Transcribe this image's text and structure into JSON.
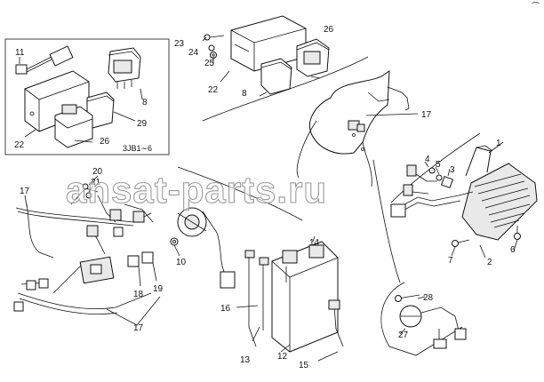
{
  "callouts": {
    "n1": "1",
    "n2": "2",
    "n3": "3",
    "n4": "4",
    "n5": "5",
    "n6": "6",
    "n7": "7",
    "n8_inset": "8",
    "n8": "8",
    "n10": "10",
    "n11": "11",
    "n12": "12",
    "n13": "13",
    "n14": "14",
    "n15": "15",
    "n16": "16",
    "n17_top": "17",
    "n17_left": "17",
    "n17_bottom": "17",
    "n18": "18",
    "n19": "19",
    "n20": "20",
    "n21": "21",
    "n22_inset": "22",
    "n22": "22",
    "n23": "23",
    "n24": "24",
    "n25": "25",
    "n26_inset": "26",
    "n26": "26",
    "n27": "27",
    "n28": "28",
    "n29": "29"
  },
  "inset": {
    "note": "3JB1∼6"
  },
  "watermark": {
    "text": "ansat-parts.ru"
  },
  "corner_mark": "⌒"
}
